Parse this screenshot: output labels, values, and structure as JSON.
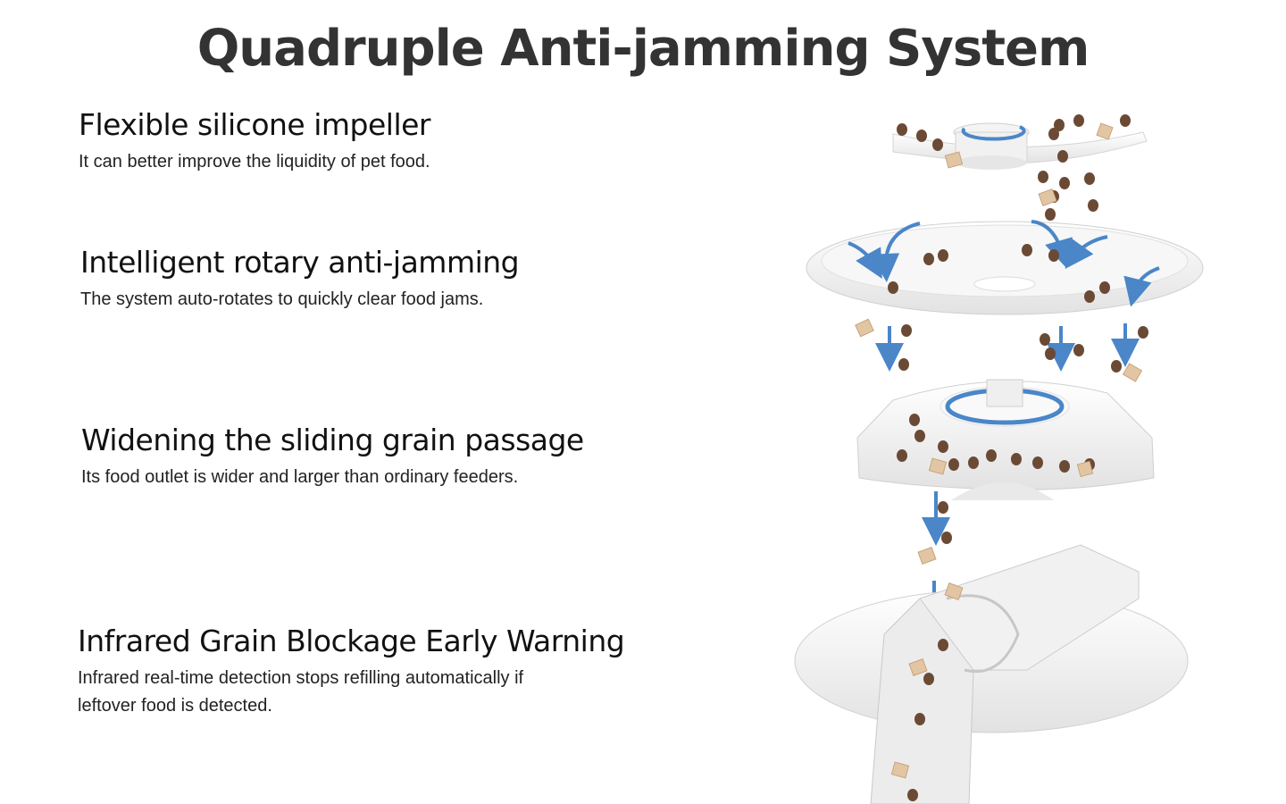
{
  "title": "Quadruple Anti-jamming System",
  "features": [
    {
      "title": "Flexible silicone impeller",
      "description": "It can better improve the liquidity of pet food."
    },
    {
      "title": "Intelligent rotary anti-jamming",
      "description": "The system auto-rotates to quickly clear food jams."
    },
    {
      "title": "Widening the sliding grain passage",
      "description": "Its food outlet is wider and larger than ordinary feeders."
    },
    {
      "title": "Infrared Grain Blockage Early Warning",
      "description": "Infrared real-time detection stops refilling automatically if leftover food is detected."
    }
  ],
  "colors": {
    "title": "#333333",
    "text": "#111111",
    "arrow": "#4a86c8",
    "kibble": "#6b4a35",
    "treat": "#e2c6a4",
    "part": "#f3f3f3",
    "part_shadow": "#d8d8d8"
  },
  "icons": [
    "impeller-part",
    "rotary-disc-part",
    "grain-passage-part",
    "infrared-base-part",
    "rotation-arrow-icon",
    "down-arrow-icon",
    "kibble-icon"
  ]
}
